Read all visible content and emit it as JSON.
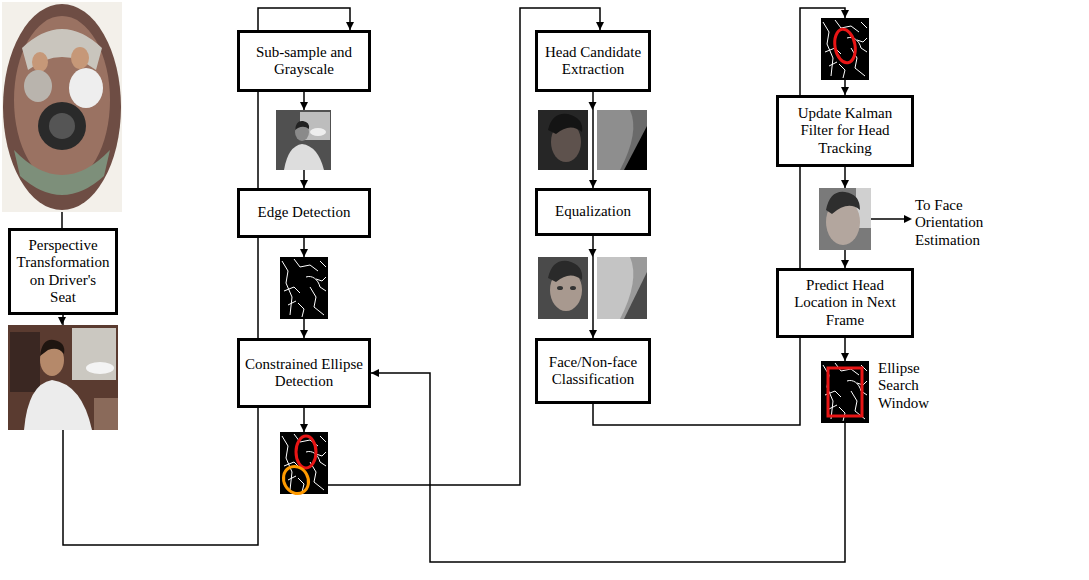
{
  "diagram": {
    "nodes": [
      {
        "text": [
          "Perspective Transformation on Driver's Seat"
        ]
      },
      {
        "text": [
          "Sub-sample and Grayscale"
        ]
      },
      {
        "text": [
          "Edge Detection"
        ]
      },
      {
        "text": [
          "Constrained Ellipse Detection"
        ]
      },
      {
        "text": [
          "Head Candidate Extraction"
        ]
      },
      {
        "text": [
          "Equalization"
        ]
      },
      {
        "text": [
          "Face/Non-face Classification"
        ]
      },
      {
        "text": [
          "Update Kalman Filter for Head Tracking"
        ]
      },
      {
        "text": [
          "Predict Head Location in Next Frame"
        ]
      }
    ],
    "edges": [
      {
        "from": 0,
        "to": 1,
        "arrow": "to"
      },
      {
        "from": 1,
        "to": 2,
        "arrow": "to"
      },
      {
        "from": 2,
        "to": 3,
        "arrow": "to"
      },
      {
        "from": 3,
        "to": 4,
        "arrow": "to"
      },
      {
        "from": 4,
        "to": 5,
        "arrow": "to"
      },
      {
        "from": 5,
        "to": 6,
        "arrow": "to"
      },
      {
        "from": 6,
        "to": 7,
        "arrow": "to"
      },
      {
        "from": 7,
        "to": 8,
        "arrow": "to"
      },
      {
        "from": 8,
        "to": 3,
        "arrow": "to"
      }
    ],
    "labels": [
      "To Face Orientation Estimation",
      "Ellipse Search Window"
    ]
  }
}
